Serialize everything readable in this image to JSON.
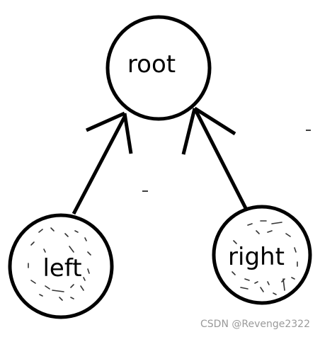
{
  "nodes": {
    "root": {
      "label": "root"
    },
    "left": {
      "label": "left"
    },
    "right": {
      "label": "right"
    }
  },
  "edges": [
    {
      "from": "left",
      "to": "root"
    },
    {
      "from": "right",
      "to": "root"
    }
  ],
  "watermark": "CSDN @Revenge2322",
  "colors": {
    "stroke": "#000000",
    "background": "#ffffff",
    "watermark": "#9a9a9a"
  }
}
